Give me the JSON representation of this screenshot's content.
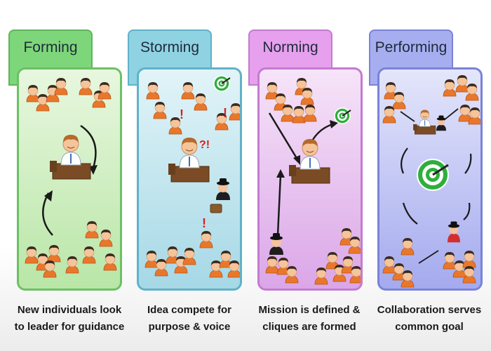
{
  "stages": [
    {
      "id": "forming",
      "title": "Forming",
      "caption": [
        "New individuals look",
        "to leader for guidance"
      ],
      "colors": {
        "tab": "#7ed67a",
        "tab_border": "#5fb55b",
        "panel_top": "#e8f7df",
        "panel_bottom": "#b9e6a7",
        "border": "#6cc065"
      }
    },
    {
      "id": "storming",
      "title": "Storming",
      "caption": [
        "Idea compete for",
        "purpose & voice"
      ],
      "colors": {
        "tab": "#8fd3e3",
        "tab_border": "#5fb2c8",
        "panel_top": "#e2f4f8",
        "panel_bottom": "#a6d8e6",
        "border": "#5fb2c8"
      }
    },
    {
      "id": "norming",
      "title": "Norming",
      "caption": [
        "Mission is defined &",
        "cliques are formed"
      ],
      "colors": {
        "tab": "#e6a0ee",
        "tab_border": "#c37bd0",
        "panel_top": "#f6e4f8",
        "panel_bottom": "#dba6e8",
        "border": "#c37bd0"
      }
    },
    {
      "id": "performing",
      "title": "Performing",
      "caption": [
        "Collaboration serves",
        "common goal"
      ],
      "colors": {
        "tab": "#a7aef0",
        "tab_border": "#7a82d8",
        "panel_top": "#e4e6fb",
        "panel_bottom": "#a4aaee",
        "border": "#7a82d8"
      }
    }
  ],
  "annotations": {
    "exclamation": "!",
    "question_exclamation": "?!"
  },
  "icons": {
    "person": "person-icon",
    "leader": "leader-icon",
    "target": "target-icon",
    "outsider": "outsider-icon",
    "briefcase": "briefcase-icon"
  },
  "palette": {
    "skin": "#f5c49a",
    "hair": "#3b2a1e",
    "shirt": "#e9772b",
    "desk": "#7a4b25",
    "leader_suit": "#ffffff",
    "target_green": "#2fae3b",
    "arrow": "#1a1a1a",
    "alert": "#d62020",
    "red_shirt": "#d32f2f"
  }
}
